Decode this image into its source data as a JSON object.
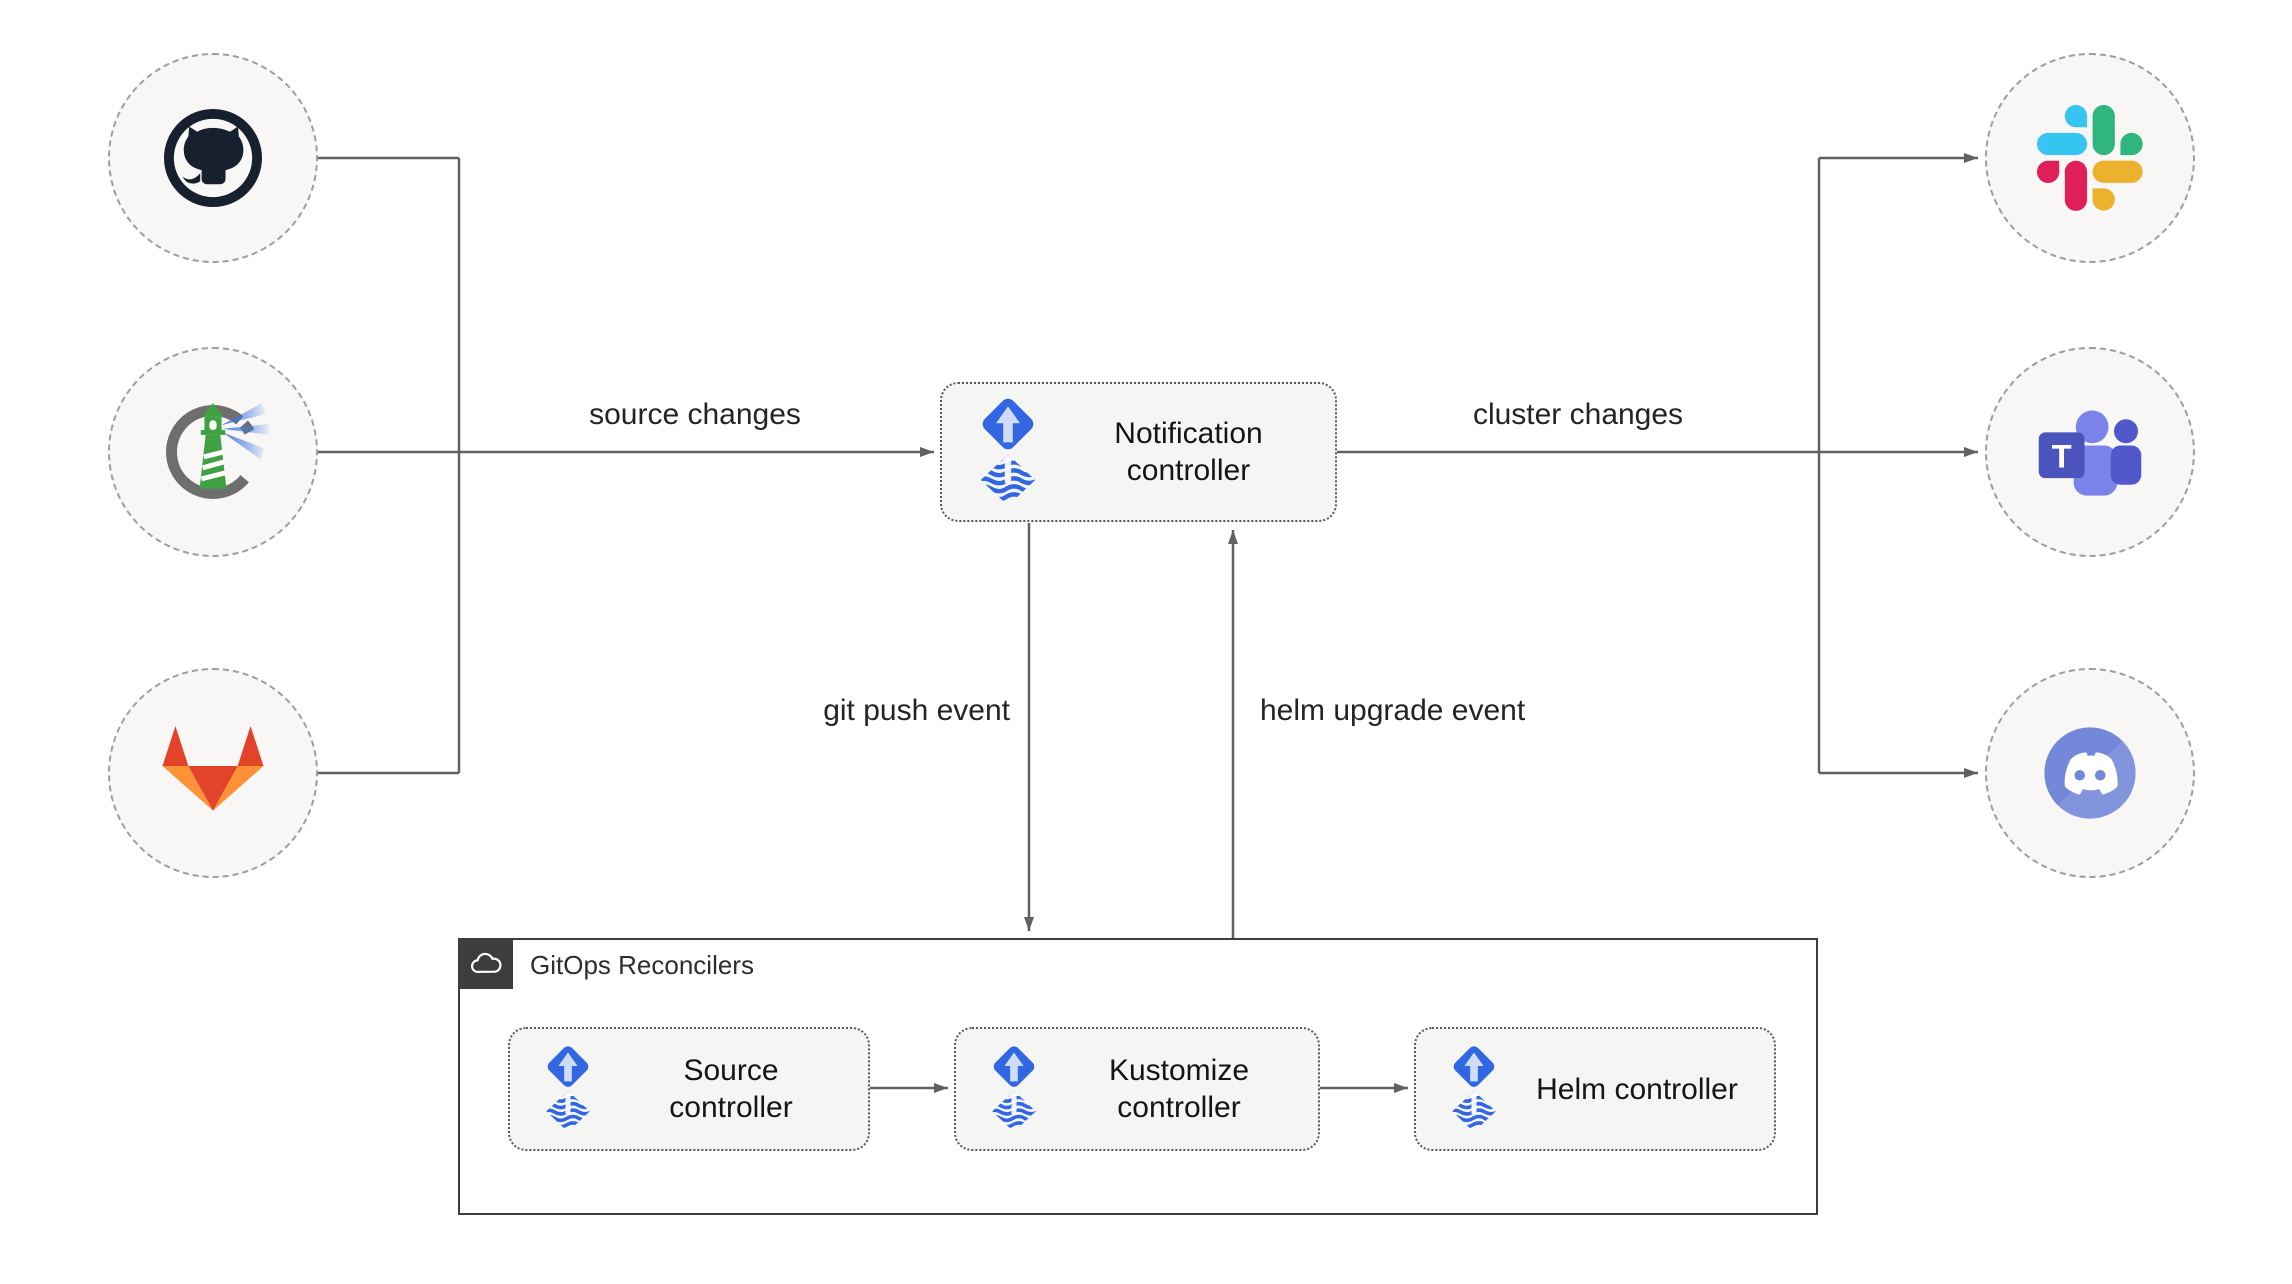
{
  "center_node": {
    "label": "Notification controller",
    "icon": "flux-icon"
  },
  "sources": [
    {
      "icon": "github-icon"
    },
    {
      "icon": "harbor-icon"
    },
    {
      "icon": "gitlab-icon"
    }
  ],
  "targets": [
    {
      "icon": "slack-icon"
    },
    {
      "icon": "teams-icon",
      "letter": "T"
    },
    {
      "icon": "discord-icon"
    }
  ],
  "edges": {
    "source_changes": "source changes",
    "cluster_changes": "cluster changes",
    "git_push_event": "git push event",
    "helm_upgrade_event": "helm upgrade event"
  },
  "reconcilers": {
    "group_label": "GitOps Reconcilers",
    "group_icon": "cloud-icon",
    "items": [
      {
        "label": "Source controller",
        "icon": "flux-icon"
      },
      {
        "label": "Kustomize controller",
        "icon": "flux-icon"
      },
      {
        "label": "Helm controller",
        "icon": "flux-icon"
      }
    ]
  },
  "colors": {
    "flux_blue": "#3267e3",
    "flux_arrow_light": "#cfdcf7",
    "line": "#616161",
    "text": "#1c1c1c",
    "node_fill": "#f8f7f5",
    "node_border": "#9e9e9e",
    "box_fill": "#f5f5f4",
    "box_border": "#575757",
    "group_border": "#3d3d3d",
    "github_dark": "#17202e",
    "harbor_gray": "#6e6e6e",
    "harbor_green": "#3fa142",
    "harbor_beam": "#4076e3",
    "gitlab_red": "#e24329",
    "gitlab_orange": "#fc9136",
    "slack_blue": "#36C5F0",
    "slack_green": "#2EB67D",
    "slack_yellow": "#ECB22E",
    "slack_red": "#E01E5A",
    "teams_dark": "#4b53bc",
    "teams_mid": "#5059c9",
    "teams_light": "#7b83eb",
    "discord_blurple": "#7388d9"
  }
}
